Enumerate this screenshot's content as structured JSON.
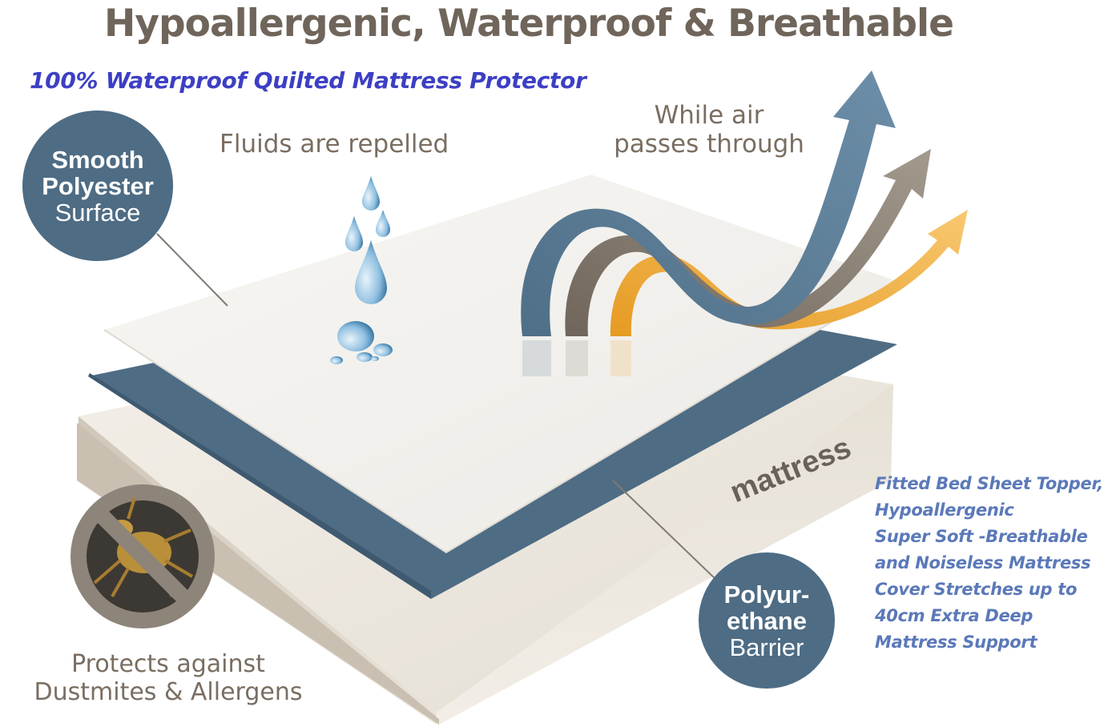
{
  "title": "Hypoallergenic, Waterproof & Breathable",
  "subtitle": "100% Waterproof Quilted Mattress Protector",
  "callouts": {
    "fluids": "Fluids are repelled",
    "air_line1": "While air",
    "air_line2": "passes through",
    "protects_line1": "Protects against",
    "protects_line2": "Dustmites & Allergens"
  },
  "circle_smooth": {
    "line1": "Smooth",
    "line2": "Polyester",
    "line3": "Surface"
  },
  "circle_poly": {
    "line1": "Polyur-",
    "line2": "ethane",
    "line3": "Barrier"
  },
  "mattress_label": "mattress",
  "side_text": [
    "Fitted Bed Sheet Topper,",
    "Hypoallergenic",
    "Super Soft -Breathable",
    "and Noiseless Mattress",
    "Cover Stretches up to",
    "40cm Extra Deep",
    "Mattress Support"
  ],
  "colors": {
    "heading": "#6f655a",
    "subtitle": "#3d3fc4",
    "circle": "#4e6c84",
    "side_text": "#5b79b9",
    "barrier": "#4e6c84",
    "mattress": "#d9d2c5",
    "arrow_blue": "#5d7c95",
    "arrow_taupe": "#8a7f73",
    "arrow_gold": "#f0a93a"
  },
  "icons": [
    "water-drop-icon",
    "dust-mite-prohibited-icon",
    "air-arrow-icon"
  ]
}
